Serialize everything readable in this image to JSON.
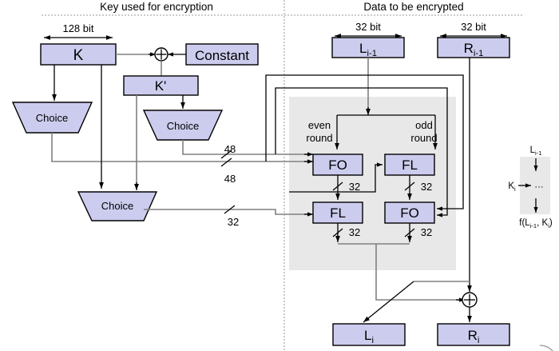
{
  "diagram": {
    "title_left": "Key used for encryption",
    "title_right": "Data to be encrypted",
    "key_side": {
      "dim_label": "128 bit",
      "k_box": "K",
      "constant_box": "Constant",
      "kprime_box": "K'",
      "choice_1": "Choice",
      "choice_2": "Choice",
      "choice_3": "Choice",
      "xor_symbol": "⊕",
      "wire_48_a": "48",
      "wire_48_b": "48",
      "wire_32": "32"
    },
    "data_side": {
      "dim_label_left": "32 bit",
      "dim_label_right": "32 bit",
      "l_in": "L",
      "l_in_sub": "i-1",
      "r_in": "R",
      "r_in_sub": "i-1",
      "l_out": "L",
      "l_out_sub": "i",
      "r_out": "R",
      "r_out_sub": "i",
      "even_round": "even",
      "even_round_2": "round",
      "odd_round": "odd",
      "odd_round_2": "round",
      "fo_top": "FO",
      "fl_top": "FL",
      "fl_bottom": "FL",
      "fo_bottom": "FO",
      "w32_a": "32",
      "w32_b": "32",
      "w32_c": "32",
      "w32_d": "32",
      "xor_symbol": "⊕"
    },
    "legend": {
      "input": "L",
      "input_sub": "i-1",
      "key": "K",
      "key_sub": "i",
      "ellipsis": "···",
      "output_f": "f(L",
      "output_sub1": "i-1",
      "output_mid": ", K",
      "output_sub2": "i",
      "output_end": ")"
    },
    "colors": {
      "block_fill": "#ccccee",
      "block_stroke": "#000000",
      "gray_region": "#e8e8e8",
      "wire_gray": "#808080",
      "wire_black": "#000000",
      "background": "#ffffff"
    }
  }
}
